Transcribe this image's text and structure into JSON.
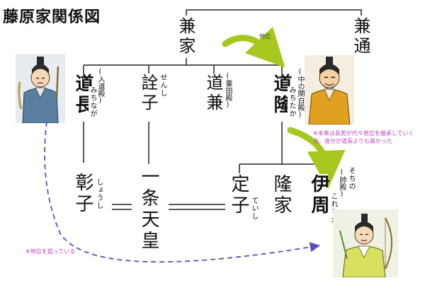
{
  "title": "藤原家関係図",
  "people": {
    "kaneie": "兼家",
    "kanemichi": "兼通",
    "michinaga": "道長",
    "michinaga_reading": "みちなが",
    "michinaga_alias": "(入道殿)",
    "senshi": "詮子",
    "senshi_reading": "せんし",
    "michikane": "道兼",
    "michikane_alias": "(粟田殿)",
    "michitaka": "道隆",
    "michitaka_reading": "みちたか",
    "michitaka_alias": "(中の関白殿)",
    "shoshi": "彰子",
    "shoshi_reading": "しょうし",
    "ichijo": "一条天皇",
    "teishi": "定子",
    "teishi_reading": "ていし",
    "takaie": "隆家",
    "korechika": "伊周",
    "korechika_reading": "これちか",
    "korechika_alias": "(帥殿)",
    "korechika_alias_reading": "そちの"
  },
  "labels": {
    "chii": "地位"
  },
  "notes": {
    "succession": "※本来は長男が代々地位を継承していく為、身分が道長よりも高かった",
    "aim": "※地位を狙っている"
  },
  "colors": {
    "arrow_green": "#a6c81e",
    "arrow_dashed": "#5a4fc0",
    "note_pink": "#c040c0"
  }
}
